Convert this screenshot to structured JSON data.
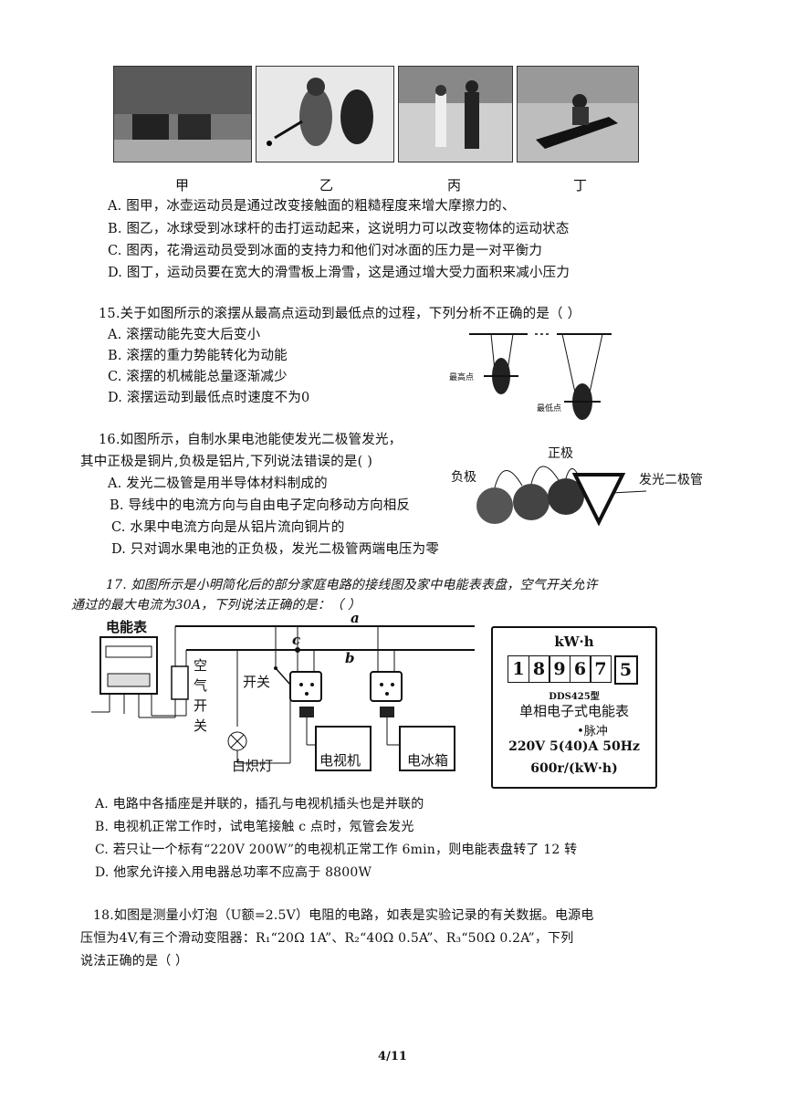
{
  "photos": {
    "captions": [
      "甲",
      "乙",
      "丙",
      "丁"
    ]
  },
  "q14_options": [
    "A. 图甲，冰壶运动员是通过改变接触面的粗糙程度来增大摩擦力的、",
    "B. 图乙，冰球受到冰球杆的击打运动起来，这说明力可以改变物体的运动状态",
    "C. 图丙，花滑运动员受到冰面的支持力和他们对冰面的压力是一对平衡力",
    "D. 图丁，运动员要在宽大的滑雪板上滑雪，这是通过增大受力面积来减小压力"
  ],
  "q15": {
    "stem": "15.关于如图所示的滚摆从最高点运动到最低点的过程，下列分析不正确的是（    ）",
    "options": [
      "A. 滚摆动能先变大后变小",
      "B. 滚摆的重力势能转化为动能",
      "C. 滚摆的机械能总量逐渐减少",
      "D. 滚摆运动到最低点时速度不为0"
    ],
    "fig_high": "最高点",
    "fig_low": "最低点"
  },
  "q16": {
    "stem1": "16.如图所示，自制水果电池能使发光二极管发光，",
    "stem2": "其中正极是铜片,负极是铝片,下列说法错误的是(      )",
    "options": [
      "A. 发光二极管是用半导体材料制成的",
      "B. 导线中的电流方向与自由电子定向移动方向相反",
      "C. 水果中电流方向是从铝片流向铜片的",
      "D. 只对调水果电池的正负极，发光二极管两端电压为零"
    ],
    "fig_pos": "正极",
    "fig_neg": "负极",
    "fig_led": "发光二极管"
  },
  "q17": {
    "stem1": "17. 如图所示是小明简化后的部分家庭电路的接线图及家中电能表表盘，空气开关允许",
    "stem2": "通过的最大电流为30A，下列说法正确的是：（              ）",
    "options": [
      "A. 电路中各插座是并联的，插孔与电视机插头也是并联的",
      "B. 电视机正常工作时，试电笔接触 c 点时，氖管会发光",
      "C. 若只让一个标有“220V 200W”的电视机正常工作 6min，则电能表盘转了 12 转",
      "D. 他家允许接入用电器总功率不应高于 8800W"
    ],
    "fig_meter": "电能表",
    "fig_breaker": [
      "空",
      "气",
      "开",
      "关"
    ],
    "fig_switch": "开关",
    "fig_lamp": "白炽灯",
    "fig_tv": "电视机",
    "fig_fridge": "电冰箱",
    "fig_a": "a",
    "fig_b": "b",
    "fig_c": "c",
    "meter": {
      "unit": "kW·h",
      "digits": [
        "1",
        "8",
        "9",
        "6",
        "7",
        "5"
      ],
      "model": "DDS425型",
      "name": "单相电子式电能表",
      "pulse": "•脉冲",
      "rating": "220V  5(40)A  50Hz",
      "constant": "600r/(kW·h)"
    }
  },
  "q18": {
    "line1": "18.如图是测量小灯泡（U额=2.5V）电阻的电路，如表是实验记录的有关数据。电源电",
    "line2": "压恒为4V,有三个滑动变阻器：R₁“20Ω  1A”、R₂“40Ω  0.5A”、R₃“50Ω  0.2A”，下列",
    "line3": "说法正确的是（    ）"
  },
  "page_number": "4/11"
}
